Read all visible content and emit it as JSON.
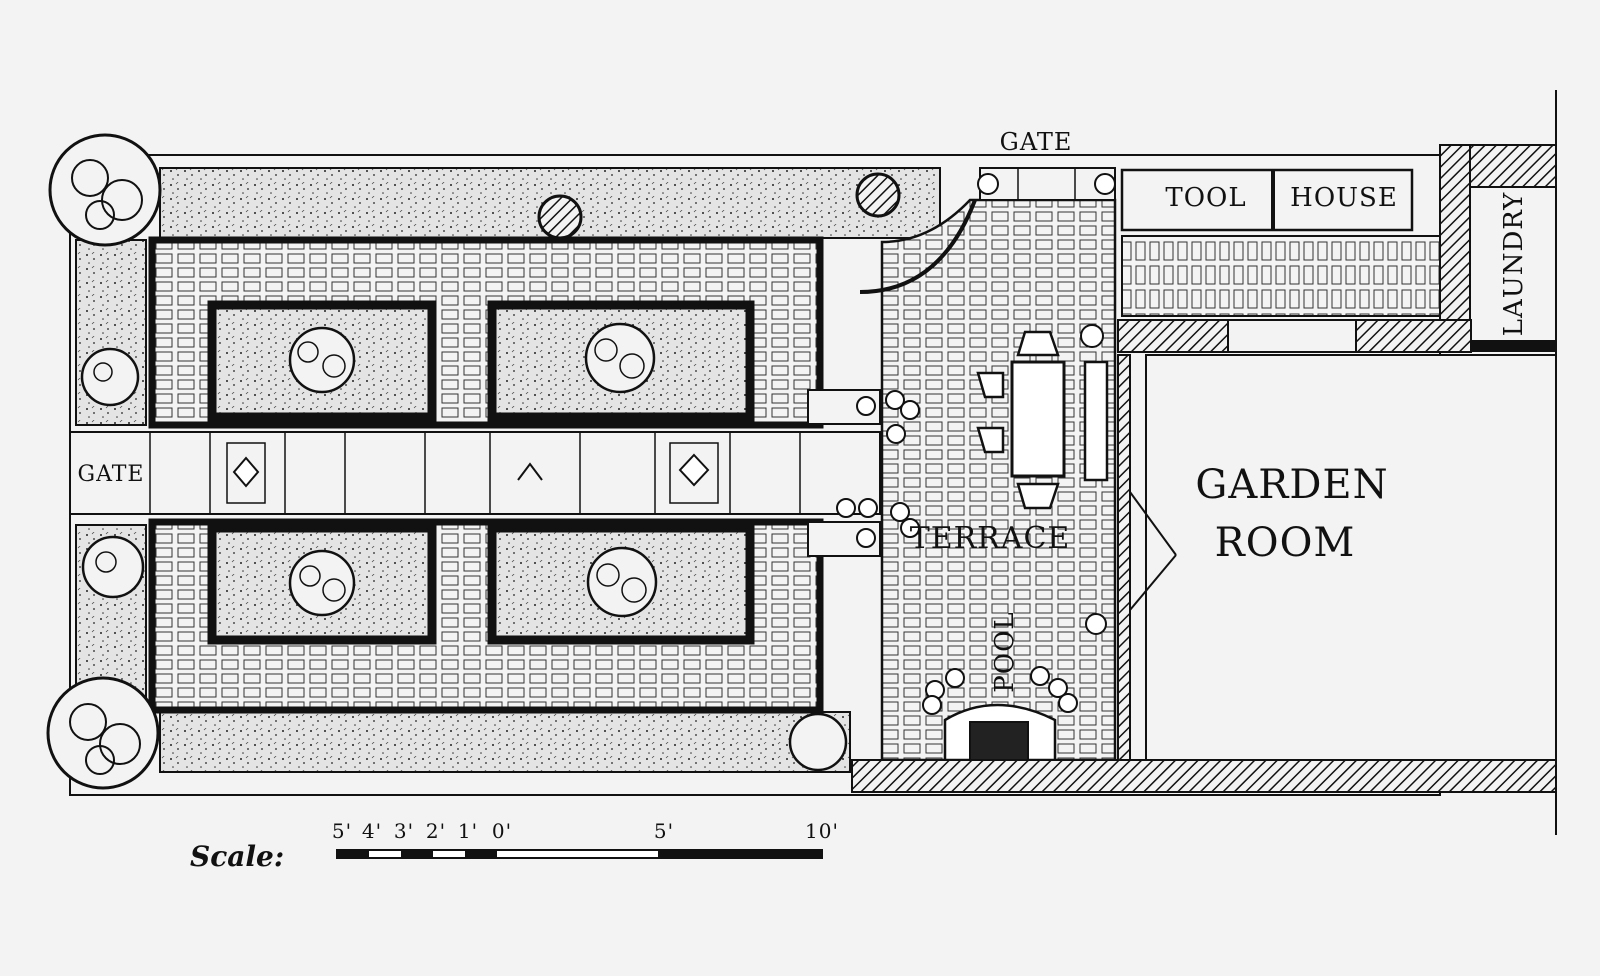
{
  "labels": {
    "gate_top": "GATE",
    "gate_left": "GATE",
    "tool": "TOOL",
    "house": "HOUSE",
    "laundry": "LAUNDRY",
    "garden": "GARDEN",
    "room": "ROOM",
    "terrace": "TERRACE",
    "pool": "POOL"
  },
  "scale": {
    "title": "Scale:",
    "ticks": [
      "5'",
      "4'",
      "3'",
      "2'",
      "1'",
      "0'",
      "5'",
      "10'"
    ]
  },
  "colors": {
    "ink": "#111111",
    "paper": "#f3f3f3",
    "hedge": "#d8d8d8"
  }
}
